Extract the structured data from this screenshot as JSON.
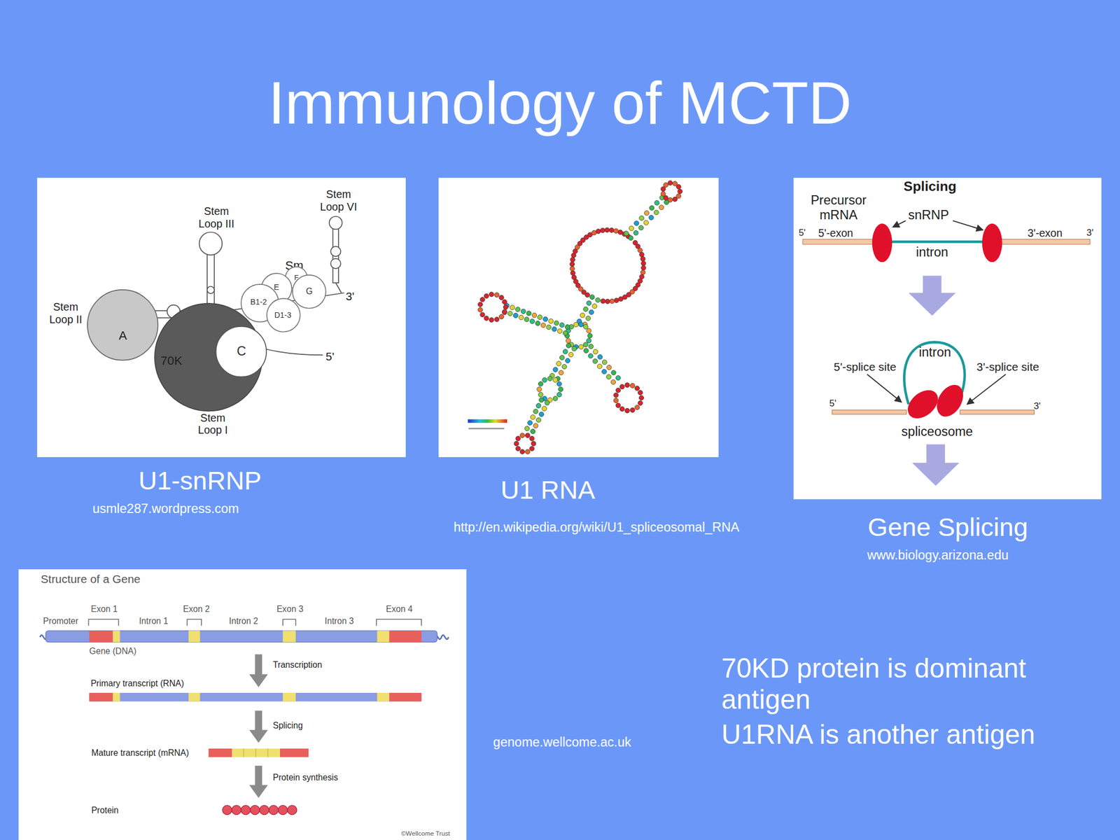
{
  "diagram": {
    "title": "Immunology of MCTD",
    "nodes": [
      {
        "text": [
          "A"
        ]
      },
      {
        "text": [
          "70K"
        ]
      },
      {
        "text": [
          "C"
        ]
      },
      {
        "text": [
          "E"
        ]
      },
      {
        "text": [
          "F"
        ]
      },
      {
        "text": [
          "G"
        ]
      },
      {
        "text": [
          "B1-2"
        ]
      },
      {
        "text": [
          "D1-3"
        ]
      }
    ],
    "labels": [
      "Stem Loop III",
      "Stem Loop VI",
      "Sm",
      "Stem Loop II",
      "3'",
      "5'",
      "Stem Loop I",
      "U1-snRNP",
      "usmle287.wordpress.com",
      "U1 RNA",
      "http://en.wikipedia.org/wiki/U1_spliceosomal_RNA",
      "Splicing",
      "Precursor mRNA",
      "snRNP",
      "5'",
      "5'-exon",
      "3'-exon",
      "3'",
      "intron",
      "intron",
      "5'-splice site",
      "3'-splice site",
      "5'",
      "3'",
      "spliceosome",
      "Gene Splicing",
      "www.biology.arizona.edu",
      "Structure of a Gene",
      "Promoter",
      "Exon 1",
      "Intron 1",
      "Exon 2",
      "Intron 2",
      "Exon 3",
      "Intron 3",
      "Exon 4",
      "Gene (DNA)",
      "Transcription",
      "Primary transcript (RNA)",
      "Splicing",
      "Mature transcript (mRNA)",
      "Protein synthesis",
      "Protein",
      "©Wellcome Trust",
      "genome.wellcome.ac.uk",
      "70KD protein is dominant antigen",
      "U1RNA is another antigen"
    ]
  }
}
